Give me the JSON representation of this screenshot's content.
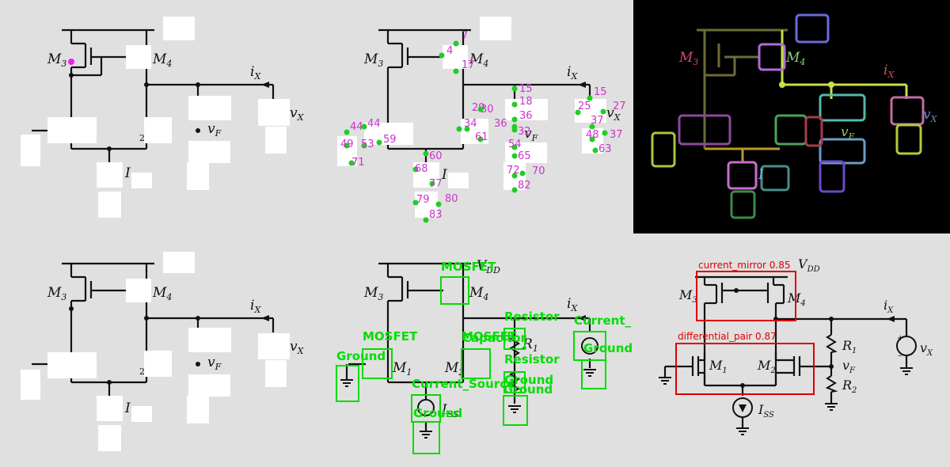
{
  "schematic": {
    "labels": {
      "m3": "M",
      "m3_sub": "3",
      "m4": "M",
      "m4_sub": "4",
      "m1": "M",
      "m1_sub": "1",
      "m2": "M",
      "m2_sub": "2",
      "ix": "i",
      "ix_sub": "X",
      "vx": "v",
      "vx_sub": "X",
      "vf": "v",
      "vf_sub": "F",
      "r1": "R",
      "r1_sub": "1",
      "r2": "R",
      "r2_sub": "2",
      "iss": "I",
      "iss_sub": "SS",
      "vdd": "V",
      "vdd_sub": "DD",
      "two": "2"
    }
  },
  "keypoints": [
    {
      "id": "7"
    },
    {
      "id": "4"
    },
    {
      "id": "17"
    },
    {
      "id": "15"
    },
    {
      "id": "15"
    },
    {
      "id": "18"
    },
    {
      "id": "25"
    },
    {
      "id": "27"
    },
    {
      "id": "29"
    },
    {
      "id": "30"
    },
    {
      "id": "36"
    },
    {
      "id": "36"
    },
    {
      "id": "37"
    },
    {
      "id": "37"
    },
    {
      "id": "44"
    },
    {
      "id": "44"
    },
    {
      "id": "34"
    },
    {
      "id": "32"
    },
    {
      "id": "61"
    },
    {
      "id": "49"
    },
    {
      "id": "53"
    },
    {
      "id": "59"
    },
    {
      "id": "48"
    },
    {
      "id": "54"
    },
    {
      "id": "63"
    },
    {
      "id": "71"
    },
    {
      "id": "60"
    },
    {
      "id": "65"
    },
    {
      "id": "68"
    },
    {
      "id": "72"
    },
    {
      "id": "70"
    },
    {
      "id": "77"
    },
    {
      "id": "82"
    },
    {
      "id": "79"
    },
    {
      "id": "80"
    },
    {
      "id": "83"
    }
  ],
  "component_detections": [
    {
      "label": "MOSFET"
    },
    {
      "label": "MOSFET"
    },
    {
      "label": "MOSFET"
    },
    {
      "label": "Capacitor"
    },
    {
      "label": "Resistor"
    },
    {
      "label": "Resistor"
    },
    {
      "label": "Current_"
    },
    {
      "label": "Ground"
    },
    {
      "label": "Ground"
    },
    {
      "label": "Ground"
    },
    {
      "label": "Current_Source"
    },
    {
      "label": "Ground"
    },
    {
      "label": "Ground"
    }
  ],
  "subcircuit_detections": [
    {
      "label": "current_mirror 0.85"
    },
    {
      "label": "differential_pair 0.87"
    }
  ],
  "colors": {
    "background": "#e0e0e0",
    "wire": "#000000",
    "keypoint": "#22cc22",
    "keypoint_label": "#cc33cc",
    "component_box": "#00dd00",
    "subcircuit_box": "#dd0000",
    "highlight_node": "#ee22ee"
  }
}
